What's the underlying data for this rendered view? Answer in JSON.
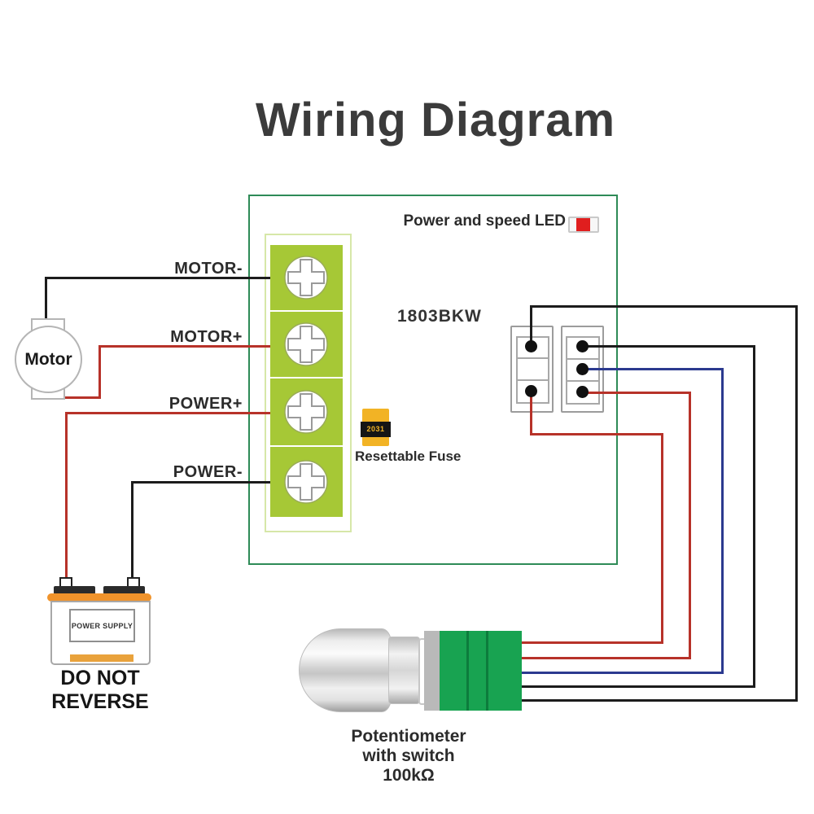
{
  "title": "Wiring Diagram",
  "board": {
    "model": "1803BKW",
    "led_label": "Power and speed LED",
    "fuse_marking": "2031",
    "fuse_label": "Resettable Fuse",
    "terminal_labels": [
      {
        "label": "MOTOR-"
      },
      {
        "label": "MOTOR+"
      },
      {
        "label": "POWER+"
      },
      {
        "label": "POWER-"
      }
    ]
  },
  "motor": {
    "label": "Motor"
  },
  "power_supply": {
    "label": "POWER SUPPLY",
    "warning": "DO NOT REVERSE"
  },
  "potentiometer": {
    "name": "Potentiometer",
    "subtitle": "with switch",
    "value": "100kΩ"
  },
  "colors": {
    "board_outline": "#2e8b57",
    "terminal_green": "#a6c836",
    "potentiometer_green": "#18a351",
    "battery_orange": "#f0932b",
    "fuse_yellow": "#f2b325",
    "led_red": "#e01e1e",
    "wire_black": "#1c1c1c",
    "wire_red": "#b73229",
    "wire_blue": "#2b3a8f"
  }
}
